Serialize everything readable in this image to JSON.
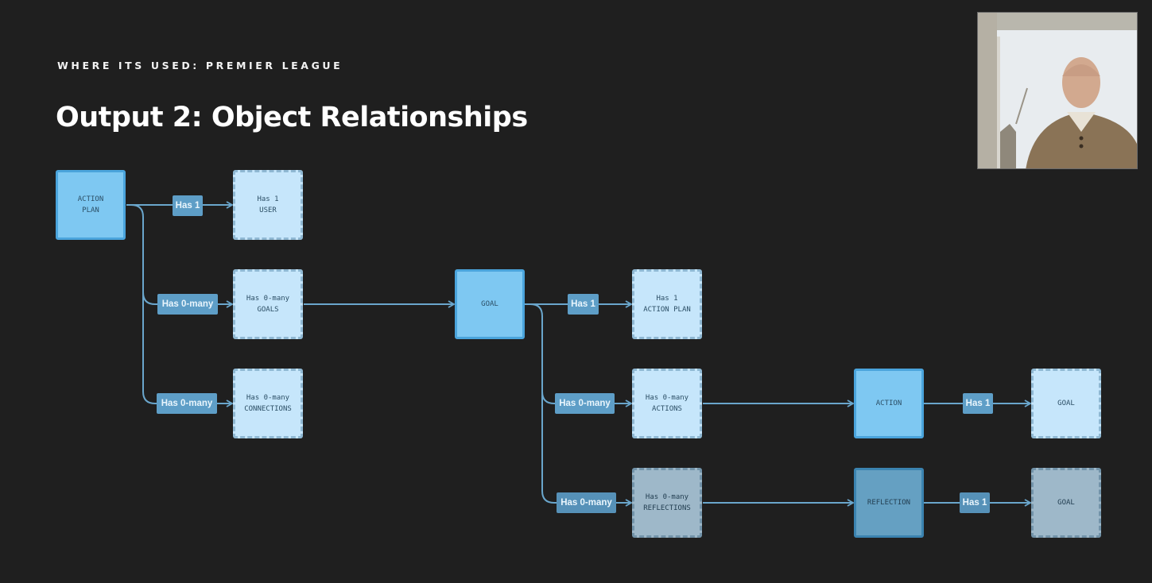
{
  "header": {
    "eyebrow": "WHERE ITS USED: PREMIER LEAGUE",
    "title": "Output 2: Object Relationships"
  },
  "diagram": {
    "nodes": {
      "action_plan": {
        "line1": "ACTION",
        "line2": "PLAN"
      },
      "user": {
        "line1": "Has 1",
        "line2": "USER"
      },
      "goals": {
        "line1": "Has 0-many",
        "line2": "GOALS"
      },
      "connections": {
        "line1": "Has 0-many",
        "line2": "CONNECTIONS"
      },
      "goal": {
        "line1": "GOAL"
      },
      "goal_action_plan": {
        "line1": "Has 1",
        "line2": "ACTION PLAN"
      },
      "actions": {
        "line1": "Has 0-many",
        "line2": "ACTIONS"
      },
      "reflections": {
        "line1": "Has 0-many",
        "line2": "REFLECTIONS"
      },
      "action": {
        "line1": "ACTION"
      },
      "action_goal": {
        "line1": "GOAL"
      },
      "reflection": {
        "line1": "REFLECTION"
      },
      "reflection_goal": {
        "line1": "GOAL"
      }
    },
    "edges": {
      "ap_user": "Has 1",
      "ap_goals": "Has 0-many",
      "ap_connections": "Has 0-many",
      "goal_ap": "Has 1",
      "goal_actions": "Has 0-many",
      "goal_reflections": "Has 0-many",
      "action_goal": "Has 1",
      "reflection_goal": "Has 1"
    }
  },
  "colors": {
    "background": "#1f1f1f",
    "connector": "#6aa6cc",
    "node_solid": "#7ec8f2",
    "node_dashed": "#c6e6fb",
    "chip": "#5e9ec7"
  }
}
